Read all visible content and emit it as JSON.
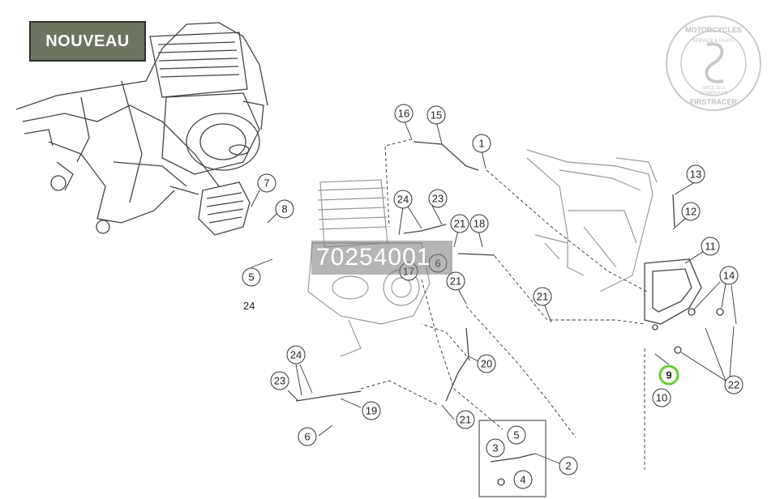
{
  "badge": {
    "label": "NOUVEAU",
    "bg": "#6e7462"
  },
  "reference_overlay": "70254001",
  "loose_label": "24",
  "logo_text": [
    "MOTORCYCLES",
    "SERVICE & PARTS",
    "SINCE 2013",
    "ROMENY-FR",
    "FIRSTRACER"
  ],
  "highlight_color": "#66cc33",
  "callouts": [
    {
      "id": "c16",
      "label": "16"
    },
    {
      "id": "c15",
      "label": "15"
    },
    {
      "id": "c1",
      "label": "1"
    },
    {
      "id": "c7",
      "label": "7"
    },
    {
      "id": "c8",
      "label": "8"
    },
    {
      "id": "c5a",
      "label": "5"
    },
    {
      "id": "c24a",
      "label": "24"
    },
    {
      "id": "c23a",
      "label": "23"
    },
    {
      "id": "c21a",
      "label": "21"
    },
    {
      "id": "c18",
      "label": "18"
    },
    {
      "id": "c17",
      "label": "17"
    },
    {
      "id": "c6a",
      "label": "6"
    },
    {
      "id": "c21b",
      "label": "21"
    },
    {
      "id": "c21c",
      "label": "21"
    },
    {
      "id": "c13",
      "label": "13"
    },
    {
      "id": "c12",
      "label": "12"
    },
    {
      "id": "c11",
      "label": "11"
    },
    {
      "id": "c14",
      "label": "14"
    },
    {
      "id": "c20",
      "label": "20"
    },
    {
      "id": "c24b",
      "label": "24"
    },
    {
      "id": "c23b",
      "label": "23"
    },
    {
      "id": "c19",
      "label": "19"
    },
    {
      "id": "c21d",
      "label": "21"
    },
    {
      "id": "c6b",
      "label": "6"
    },
    {
      "id": "c9",
      "label": "9",
      "highlight": true
    },
    {
      "id": "c10",
      "label": "10"
    },
    {
      "id": "c22",
      "label": "22"
    },
    {
      "id": "c5b",
      "label": "5"
    },
    {
      "id": "c3",
      "label": "3"
    },
    {
      "id": "c4",
      "label": "4"
    },
    {
      "id": "c2",
      "label": "2"
    }
  ]
}
